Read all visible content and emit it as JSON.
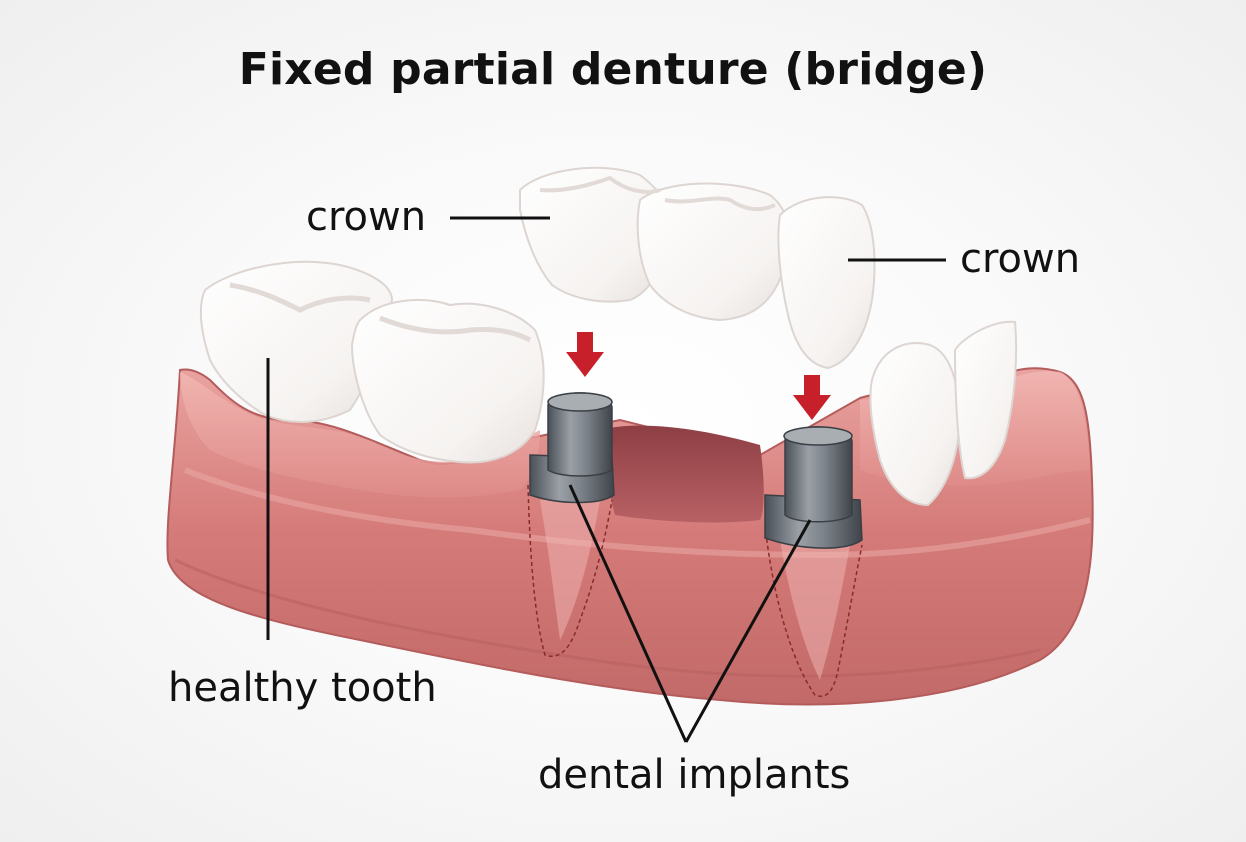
{
  "title": "Fixed partial denture (bridge)",
  "labels": {
    "crown_left": "crown",
    "crown_right": "crown",
    "healthy_tooth": "healthy tooth",
    "dental_implants": "dental implants"
  },
  "colors": {
    "gum": "#d77e7c",
    "gum_dark": "#b85f5f",
    "tooth": "#ffffff",
    "implant": "#6f757c",
    "arrow": "#c8202a",
    "leader_line": "#111111"
  }
}
